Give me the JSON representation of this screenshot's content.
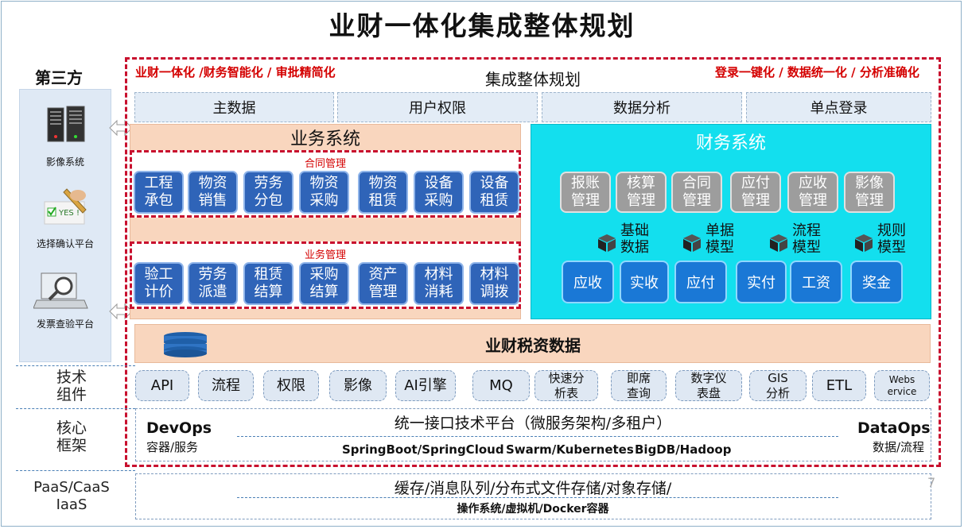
{
  "title": "业财一体化集成整体规划",
  "third_party": {
    "heading": "第三方",
    "items": [
      {
        "label": "影像系统",
        "icon": "server-icon"
      },
      {
        "label": "选择确认平台",
        "icon": "checkbox-pen-icon"
      },
      {
        "label": "发票查验平台",
        "icon": "laptop-magnifier-icon"
      }
    ]
  },
  "integration": {
    "slogan_left": "业财一体化 /财务智能化 / 审批精简化",
    "slogan_right": "登录一键化 / 数据统一化 / 分析准确化",
    "title": "集成整体规划",
    "tabs": [
      "主数据",
      "用户权限",
      "数据分析",
      "单点登录"
    ]
  },
  "business_system": {
    "title": "业务系统",
    "contract_group": {
      "label": "合同管理",
      "items": [
        [
          "工程",
          "承包"
        ],
        [
          "物资",
          "销售"
        ],
        [
          "劳务",
          "分包"
        ],
        [
          "物资",
          "采购"
        ],
        [
          "物资",
          "租赁"
        ],
        [
          "设备",
          "采购"
        ],
        [
          "设备",
          "租赁"
        ]
      ]
    },
    "business_group": {
      "label": "业务管理",
      "items": [
        [
          "验工",
          "计价"
        ],
        [
          "劳务",
          "派遣"
        ],
        [
          "租赁",
          "结算"
        ],
        [
          "采购",
          "结算"
        ],
        [
          "资产",
          "管理"
        ],
        [
          "材料",
          "消耗"
        ],
        [
          "材料",
          "调拨"
        ]
      ]
    }
  },
  "finance_system": {
    "title": "财务系统",
    "modules": [
      [
        "报账",
        "管理"
      ],
      [
        "核算",
        "管理"
      ],
      [
        "合同",
        "管理"
      ],
      [
        "应付",
        "管理"
      ],
      [
        "应收",
        "管理"
      ],
      [
        "影像",
        "管理"
      ]
    ],
    "models": [
      [
        "基础",
        "数据"
      ],
      [
        "单据",
        "模型"
      ],
      [
        "流程",
        "模型"
      ],
      [
        "规则",
        "模型"
      ]
    ],
    "flows": [
      "应收",
      "实收",
      "应付",
      "实付",
      "工资",
      "奖金"
    ]
  },
  "data_layer": {
    "title": "业财税资数据"
  },
  "tech_components": {
    "label": [
      "技术",
      "组件"
    ],
    "items": [
      [
        "API"
      ],
      [
        "流程"
      ],
      [
        "权限"
      ],
      [
        "影像"
      ],
      [
        "AI引擎"
      ],
      [
        "MQ"
      ],
      [
        "快速分",
        "析表"
      ],
      [
        "即席",
        "查询"
      ],
      [
        "数字仪",
        "表盘"
      ],
      [
        "GIS",
        "分析"
      ],
      [
        "ETL"
      ],
      [
        "Webs",
        "ervice"
      ]
    ]
  },
  "core_framework": {
    "label": [
      "核心",
      "框架"
    ],
    "left_title": "DevOps",
    "left_sub": "容器/服务",
    "center_title": "统一接口技术平台（微服务架构/多租户）",
    "center_items": [
      "SpringBoot/SpringCloud",
      "Swarm/Kubernetes",
      "BigDB/Hadoop"
    ],
    "right_title": "DataOps",
    "right_sub": "数据/流程"
  },
  "infrastructure": {
    "label": [
      "PaaS/CaaS",
      "IaaS"
    ],
    "line1": "缓存/消息队列/分布式文件存储/对象存储/",
    "line2": "操作系统/虚拟机/Docker容器",
    "page_number": "7"
  },
  "colors": {
    "red_dash": "#c8102e",
    "slogan_red": "#d40000",
    "blue_button": "#2f64b8",
    "finance_bg": "#13dfee",
    "peach": "#f9d6be",
    "gray_button": "#9d9d9d",
    "finance_button": "#1a78d6"
  }
}
